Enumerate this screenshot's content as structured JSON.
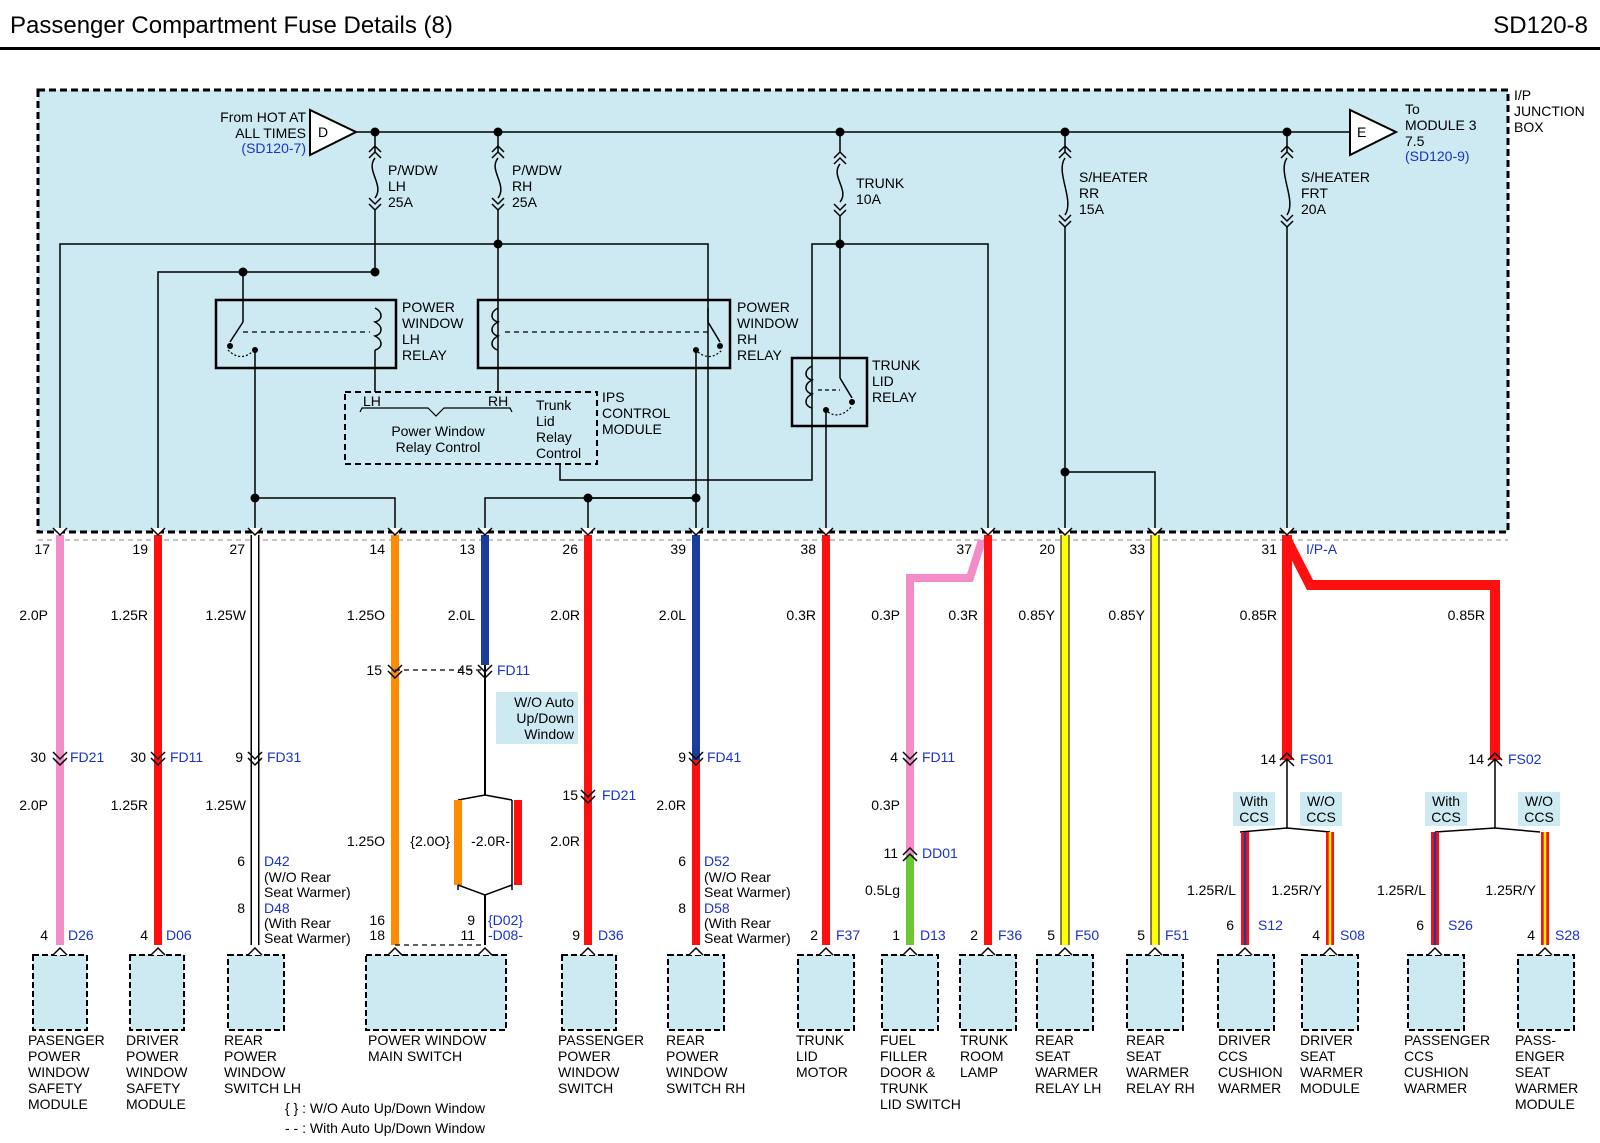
{
  "header": {
    "title": "Passenger Compartment Fuse Details (8)",
    "code": "SD120-8"
  },
  "junction_box": [
    "I/P",
    "JUNCTION",
    "BOX"
  ],
  "source_in": {
    "lines": [
      "From HOT AT",
      "ALL TIMES"
    ],
    "ref": "(SD120-7)",
    "letter": "D"
  },
  "source_out": {
    "lines": [
      "To",
      "MODULE 3",
      "7.5"
    ],
    "ref": "(SD120-9)",
    "letter": "E"
  },
  "fuses": [
    {
      "lines": [
        "P/WDW",
        "LH",
        "25A"
      ]
    },
    {
      "lines": [
        "P/WDW",
        "RH",
        "25A"
      ]
    },
    {
      "lines": [
        "TRUNK",
        "10A"
      ]
    },
    {
      "lines": [
        "S/HEATER",
        "RR",
        "15A"
      ]
    },
    {
      "lines": [
        "S/HEATER",
        "FRT",
        "20A"
      ]
    }
  ],
  "relays": [
    {
      "lines": [
        "POWER",
        "WINDOW",
        "LH",
        "RELAY"
      ]
    },
    {
      "lines": [
        "POWER",
        "WINDOW",
        "RH",
        "RELAY"
      ]
    },
    {
      "lines": [
        "TRUNK",
        "LID",
        "RELAY"
      ]
    }
  ],
  "ips": {
    "label": [
      "IPS",
      "CONTROL",
      "MODULE"
    ],
    "lh": "LH",
    "rh": "RH",
    "pw_control": [
      "Power Window",
      "Relay Control"
    ],
    "trunk_control": [
      "Trunk",
      "Lid",
      "Relay",
      "Control"
    ]
  },
  "connector_ipa": "I/P-A",
  "pins": [
    "17",
    "19",
    "27",
    "14",
    "13",
    "26",
    "39",
    "38",
    "37",
    "20",
    "33",
    "31"
  ],
  "wire_labels": {
    "upper": [
      "2.0P",
      "1.25R",
      "1.25W",
      "1.25O",
      "2.0L",
      "2.0R",
      "2.0L",
      "0.3R",
      "0.3P",
      "0.3R",
      "0.85Y",
      "0.85Y",
      "0.85R",
      "0.85R"
    ],
    "lower": [
      "2.0P",
      "1.25R",
      "1.25W",
      "1.25O",
      "2.0R",
      "2.0R",
      "0.3P",
      "0.5Lg",
      "1.25R/L",
      "1.25R/Y",
      "1.25R/L",
      "1.25R/Y"
    ],
    "mid": [
      "{2.0O}",
      "-2.0R-"
    ]
  },
  "note_box": [
    "W/O Auto",
    "Up/Down",
    "Window"
  ],
  "inline_connectors": [
    {
      "pin": "30",
      "ref": "FD21"
    },
    {
      "pin": "30",
      "ref": "FD11"
    },
    {
      "pin": "9",
      "ref": "FD31"
    },
    {
      "pin": "15",
      "ref": ""
    },
    {
      "pin": "45",
      "ref": "FD11"
    },
    {
      "pin": "15",
      "ref": "FD21"
    },
    {
      "pin": "9",
      "ref": "FD41"
    },
    {
      "pin": "4",
      "ref": "FD11"
    },
    {
      "pin": "11",
      "ref": "DD01"
    },
    {
      "pin": "14",
      "ref": "FS01"
    },
    {
      "pin": "14",
      "ref": "FS02"
    }
  ],
  "ccs_tags": [
    "With",
    "CCS",
    "W/O",
    "CCS"
  ],
  "variants": [
    {
      "pin": "6",
      "ref": "D42",
      "note": [
        "(W/O Rear",
        "Seat Warmer)"
      ]
    },
    {
      "pin": "8",
      "ref": "D48",
      "note": [
        "(With Rear",
        "Seat Warmer)"
      ]
    },
    {
      "pin": "6",
      "ref": "D52",
      "note": [
        "(W/O Rear",
        "Seat Warmer)"
      ]
    },
    {
      "pin": "8",
      "ref": "D58",
      "note": [
        "(With Rear",
        "Seat Warmer)"
      ]
    }
  ],
  "main_switch_pins": {
    "p16": "16",
    "p18": "18",
    "p9": "9",
    "p11": "11",
    "ref1": "{D02}",
    "ref2": "-D08-"
  },
  "components": [
    {
      "pin": "4",
      "ref": "D26",
      "label": [
        "PASENGER",
        "POWER",
        "WINDOW",
        "SAFETY",
        "MODULE"
      ]
    },
    {
      "pin": "4",
      "ref": "D06",
      "label": [
        "DRIVER",
        "POWER",
        "WINDOW",
        "SAFETY",
        "MODULE"
      ]
    },
    {
      "pin": "",
      "ref": "",
      "label": [
        "REAR",
        "POWER",
        "WINDOW",
        "SWITCH LH"
      ]
    },
    {
      "pin": "",
      "ref": "",
      "label": [
        "POWER WINDOW",
        "MAIN SWITCH"
      ]
    },
    {
      "pin": "9",
      "ref": "D36",
      "label": [
        "PASSENGER",
        "POWER",
        "WINDOW",
        "SWITCH"
      ]
    },
    {
      "pin": "",
      "ref": "",
      "label": [
        "REAR",
        "POWER",
        "WINDOW",
        "SWITCH RH"
      ]
    },
    {
      "pin": "2",
      "ref": "F37",
      "label": [
        "TRUNK",
        "LID",
        "MOTOR"
      ]
    },
    {
      "pin": "1",
      "ref": "D13",
      "label": [
        "FUEL",
        "FILLER",
        "DOOR &",
        "TRUNK",
        "LID SWITCH"
      ]
    },
    {
      "pin": "2",
      "ref": "F36",
      "label": [
        "TRUNK",
        "ROOM",
        "LAMP"
      ]
    },
    {
      "pin": "5",
      "ref": "F50",
      "label": [
        "REAR",
        "SEAT",
        "WARMER",
        "RELAY LH"
      ]
    },
    {
      "pin": "5",
      "ref": "F51",
      "label": [
        "REAR",
        "SEAT",
        "WARMER",
        "RELAY RH"
      ]
    },
    {
      "pin": "6",
      "ref": "S12",
      "label": [
        "DRIVER",
        "CCS",
        "CUSHION",
        "WARMER"
      ]
    },
    {
      "pin": "4",
      "ref": "S08",
      "label": [
        "DRIVER",
        "SEAT",
        "WARMER",
        "MODULE"
      ]
    },
    {
      "pin": "6",
      "ref": "S26",
      "label": [
        "PASSENGER",
        "CCS",
        "CUSHION",
        "WARMER"
      ]
    },
    {
      "pin": "4",
      "ref": "S28",
      "label": [
        "PASS-",
        "ENGER",
        "SEAT",
        "WARMER",
        "MODULE"
      ]
    }
  ],
  "legend": [
    "{ } : W/O Auto Up/Down Window",
    "- - : With Auto Up/Down Window"
  ],
  "colors": {
    "pink": "#f48cc8",
    "red": "#ff1010",
    "white": "#ffffff",
    "orange": "#ff8c00",
    "blue": "#1a3c9c",
    "yellow": "#ffff00",
    "green": "#6cc832",
    "box_fill": "#cde9f2",
    "ref_text": "#1a32c8"
  }
}
